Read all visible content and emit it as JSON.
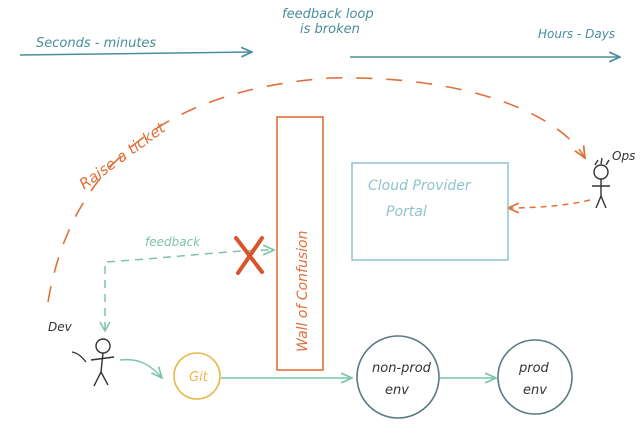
{
  "texts": {
    "top_center_line1": "feedback loop",
    "top_center_line2": "is broken",
    "top_left_timescale": "Seconds - minutes",
    "top_right_timescale": "Hours - Days",
    "raise_ticket": "Raise a ticket",
    "ops_label": "Ops",
    "dev_label": "Dev",
    "feedback_label": "feedback",
    "wall_label": "Wall of Confusion",
    "cloud_line1": "Cloud Provider",
    "cloud_line2": "Portal",
    "git_label": "Git",
    "nonprod_line1": "non-prod",
    "nonprod_line2": "env",
    "prod_line1": "prod",
    "prod_line2": "env"
  },
  "colors": {
    "teal": "#4a8e99",
    "orange": "#e0703a",
    "cross": "#d9532b",
    "green": "#7cc4a8",
    "gold": "#eab84a",
    "blue_box": "#8ec3cf",
    "ink": "#333333",
    "node": "#5a7a82"
  }
}
